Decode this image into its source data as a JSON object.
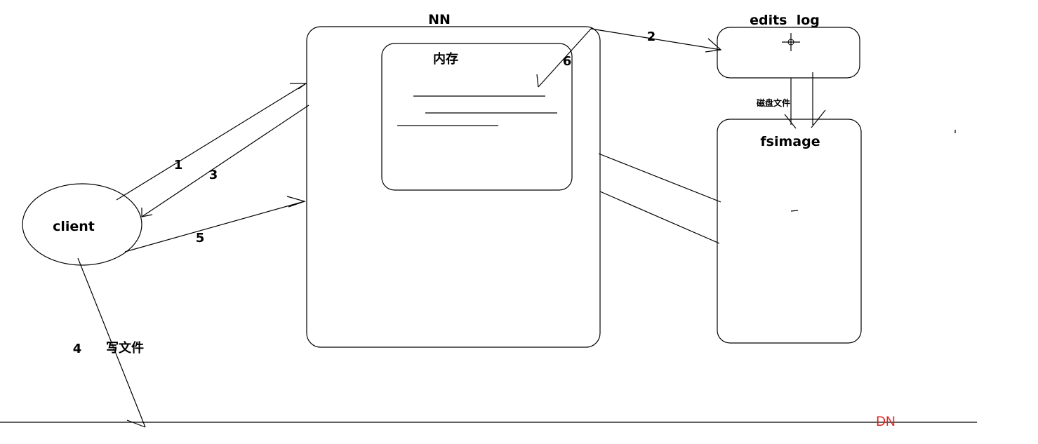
{
  "nodes": {
    "nn_title": "NN",
    "memory_title": "内存",
    "edits_log_title": "edits  log",
    "disk_file_label": "磁盘文件",
    "fsimage_title": "fsimage",
    "client_label": "client",
    "dn_label": "DN",
    "write_file_label": "写文件"
  },
  "steps": {
    "step1": "1",
    "step2": "2",
    "step3": "3",
    "step4": "4",
    "step5": "5",
    "step6": "6"
  },
  "colors": {
    "stroke": "#000000",
    "dn_label": "#e02020",
    "background": "#ffffff"
  }
}
